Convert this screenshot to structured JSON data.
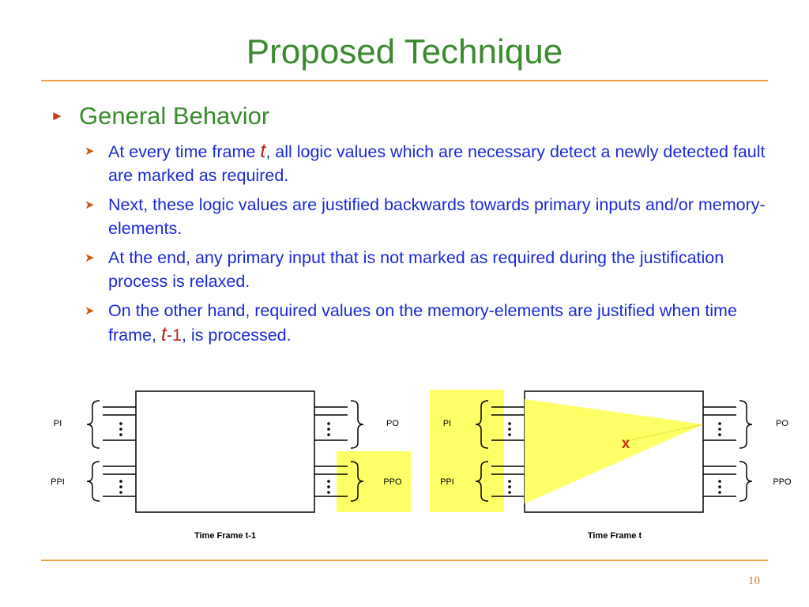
{
  "slide": {
    "title": "Proposed Technique",
    "number": "10"
  },
  "bullet": {
    "heading": "General Behavior",
    "items": [
      {
        "pre": "At every time frame ",
        "var": "t",
        "post": ", all logic values which are necessary detect a newly detected fault are marked as required."
      },
      {
        "text": "Next, these logic values are justified backwards towards primary inputs and/or memory-elements."
      },
      {
        "text": "At the end, any primary input that is not marked as required during the justification process is relaxed."
      },
      {
        "pre": "On the other hand, required values on the memory-elements are justified when time frame, ",
        "var": "t",
        "suffix": "-1",
        "post": ", is processed."
      }
    ]
  },
  "diagram": {
    "left_frame": {
      "caption": "Time Frame t-1",
      "pi_label": "PI",
      "ppi_label": "PPI",
      "po_label": "PO",
      "ppo_label": "PPO"
    },
    "right_frame": {
      "caption": "Time Frame t",
      "pi_label": "PI",
      "ppi_label": "PPI",
      "po_label": "PO",
      "ppo_label": "PPO",
      "fault_mark": "x"
    },
    "colors": {
      "highlight": "#ffff66",
      "fault": "#d03010",
      "line": "#000000"
    }
  }
}
